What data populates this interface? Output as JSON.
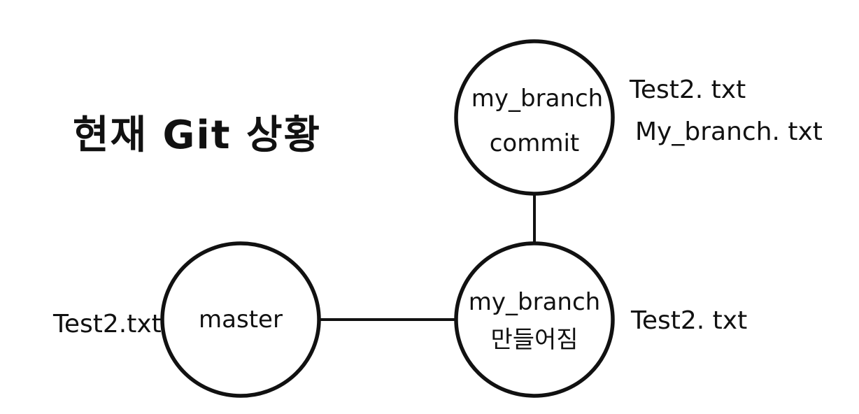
{
  "title": "현재 Git 상황",
  "nodes": {
    "master": {
      "label": "master",
      "file": "Test2.txt"
    },
    "branch_created": {
      "line1": "my_branch",
      "line2": "만들어짐",
      "file": "Test2. txt"
    },
    "branch_commit": {
      "line1": "my_branch",
      "line2": "commit",
      "files": [
        "Test2. txt",
        "My_branch. txt"
      ]
    }
  },
  "colors": {
    "ink": "#111111",
    "background": "#ffffff"
  }
}
